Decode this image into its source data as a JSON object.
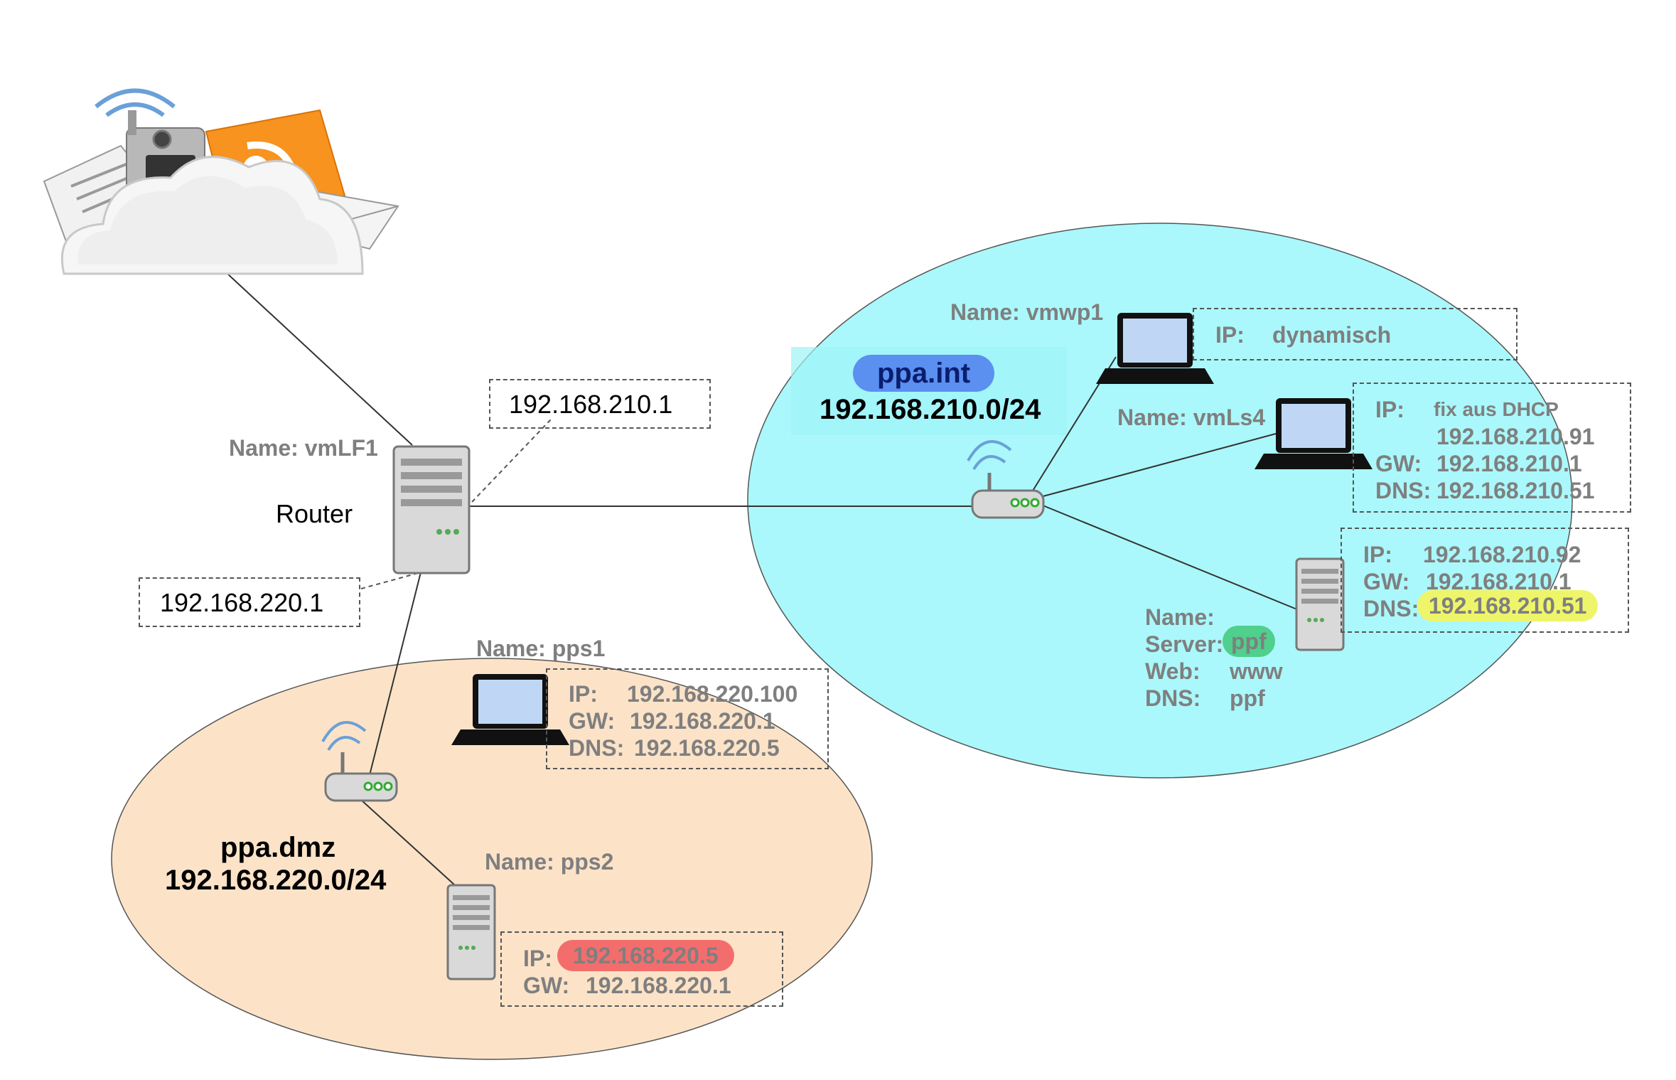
{
  "colors": {
    "internal_zone": "#aaf8fb",
    "dmz_zone": "#fce3c8",
    "label_grey": "#7f7f7f",
    "highlight_blue": "#5b8ff0",
    "highlight_yellow": "#eef56a",
    "highlight_green": "#4fd08c",
    "highlight_red": "#f46d6d"
  },
  "internet": {
    "icon": "cloud-communication-icon"
  },
  "router": {
    "name_label": "Name: vmLF1",
    "role_label": "Router",
    "ip_internal": "192.168.210.1",
    "ip_dmz": "192.168.220.1",
    "icon": "server-tower-icon"
  },
  "internal_network": {
    "domain": "ppa.int",
    "subnet": "192.168.210.0/24",
    "switch_icon": "wireless-router-icon",
    "hosts": {
      "vmwp1": {
        "name_label": "Name: vmwp1",
        "icon": "laptop-icon",
        "ip_label": "IP:",
        "ip_value": "dynamisch"
      },
      "vmls4": {
        "name_label": "Name: vmLs4",
        "icon": "laptop-icon",
        "ip_label": "IP:",
        "ip_note": "fix aus DHCP",
        "ip_value": "192.168.210.91",
        "gw_label": "GW:",
        "gw_value": "192.168.210.1",
        "dns_label": "DNS:",
        "dns_value": "192.168.210.51"
      },
      "ppf": {
        "icon": "server-tower-icon",
        "ip_label": "IP:",
        "ip_value": "192.168.210.92",
        "gw_label": "GW:",
        "gw_value": "192.168.210.1",
        "dns_label": "DNS:",
        "dns_value": "192.168.210.51",
        "name_heading": "Name:",
        "server_label": "Server:",
        "server_value": "ppf",
        "web_label": "Web:",
        "web_value": "www",
        "dns_name_label": "DNS:",
        "dns_name_value": "ppf"
      }
    }
  },
  "dmz_network": {
    "domain": "ppa.dmz",
    "subnet": "192.168.220.0/24",
    "switch_icon": "wireless-router-icon",
    "hosts": {
      "pps1": {
        "name_label": "Name: pps1",
        "icon": "laptop-icon",
        "ip_label": "IP:",
        "ip_value": "192.168.220.100",
        "gw_label": "GW:",
        "gw_value": "192.168.220.1",
        "dns_label": "DNS:",
        "dns_value": "192.168.220.5"
      },
      "pps2": {
        "name_label": "Name: pps2",
        "icon": "server-tower-icon",
        "ip_label": "IP:",
        "ip_value": "192.168.220.5",
        "gw_label": "GW:",
        "gw_value": "192.168.220.1"
      }
    }
  }
}
